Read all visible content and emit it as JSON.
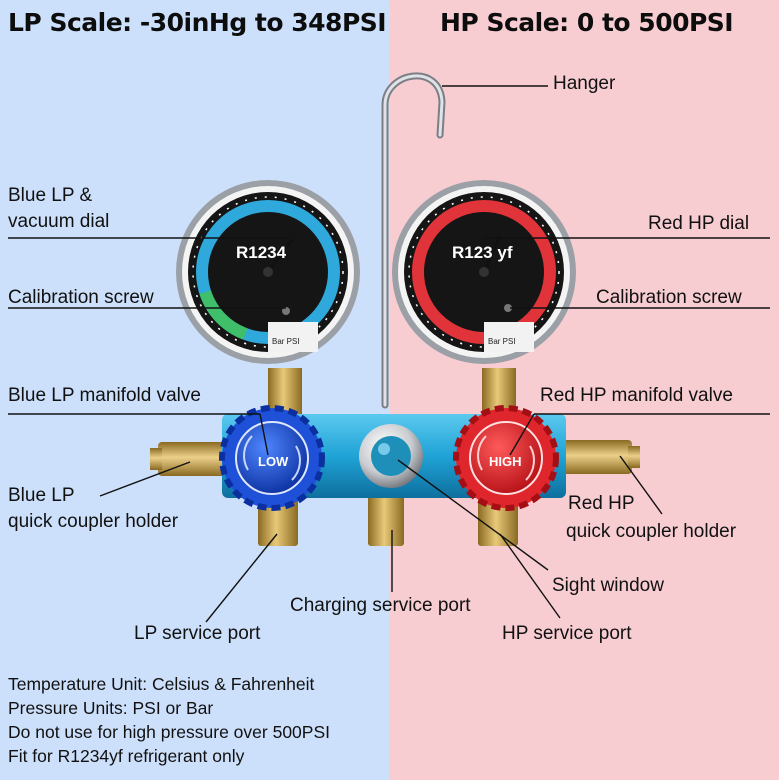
{
  "titles": {
    "lp_scale": "LP Scale: -30inHg to 348PSI",
    "hp_scale": "HP Scale: 0 to 500PSI"
  },
  "labels": {
    "hanger": "Hanger",
    "blue_dial_line1": "Blue LP &",
    "blue_dial_line2": "vacuum dial",
    "red_dial": "Red HP dial",
    "calibration_screw_left": "Calibration screw",
    "calibration_screw_right": "Calibration screw",
    "blue_valve": "Blue LP manifold valve",
    "red_valve": "Red HP manifold valve",
    "blue_coupler_line1": "Blue LP",
    "blue_coupler_line2": "quick coupler holder",
    "red_coupler_line1": "Red HP",
    "red_coupler_line2": "quick coupler holder",
    "sight_window": "Sight window",
    "charging_port": "Charging service port",
    "lp_port": "LP service port",
    "hp_port": "HP service port"
  },
  "gauges": {
    "left_face_text": "R1234",
    "right_face_text": "R123 yf",
    "left_sub_text": "Bar PSI",
    "right_sub_text": "Bar PSI"
  },
  "knobs": {
    "low": "LOW",
    "high": "HIGH"
  },
  "notes": [
    "Temperature Unit: Celsius & Fahrenheit",
    "Pressure Units: PSI or Bar",
    "Do not use for high pressure over 500PSI",
    "Fit for R1234yf refrigerant only"
  ],
  "colors": {
    "left_bg": "#cde0fb",
    "right_bg": "#f7cdd2",
    "lp_blue": "#2fa8dc",
    "hp_red": "#e0333a",
    "manifold": "#1fa3d6",
    "brass": "#c9a24a"
  }
}
